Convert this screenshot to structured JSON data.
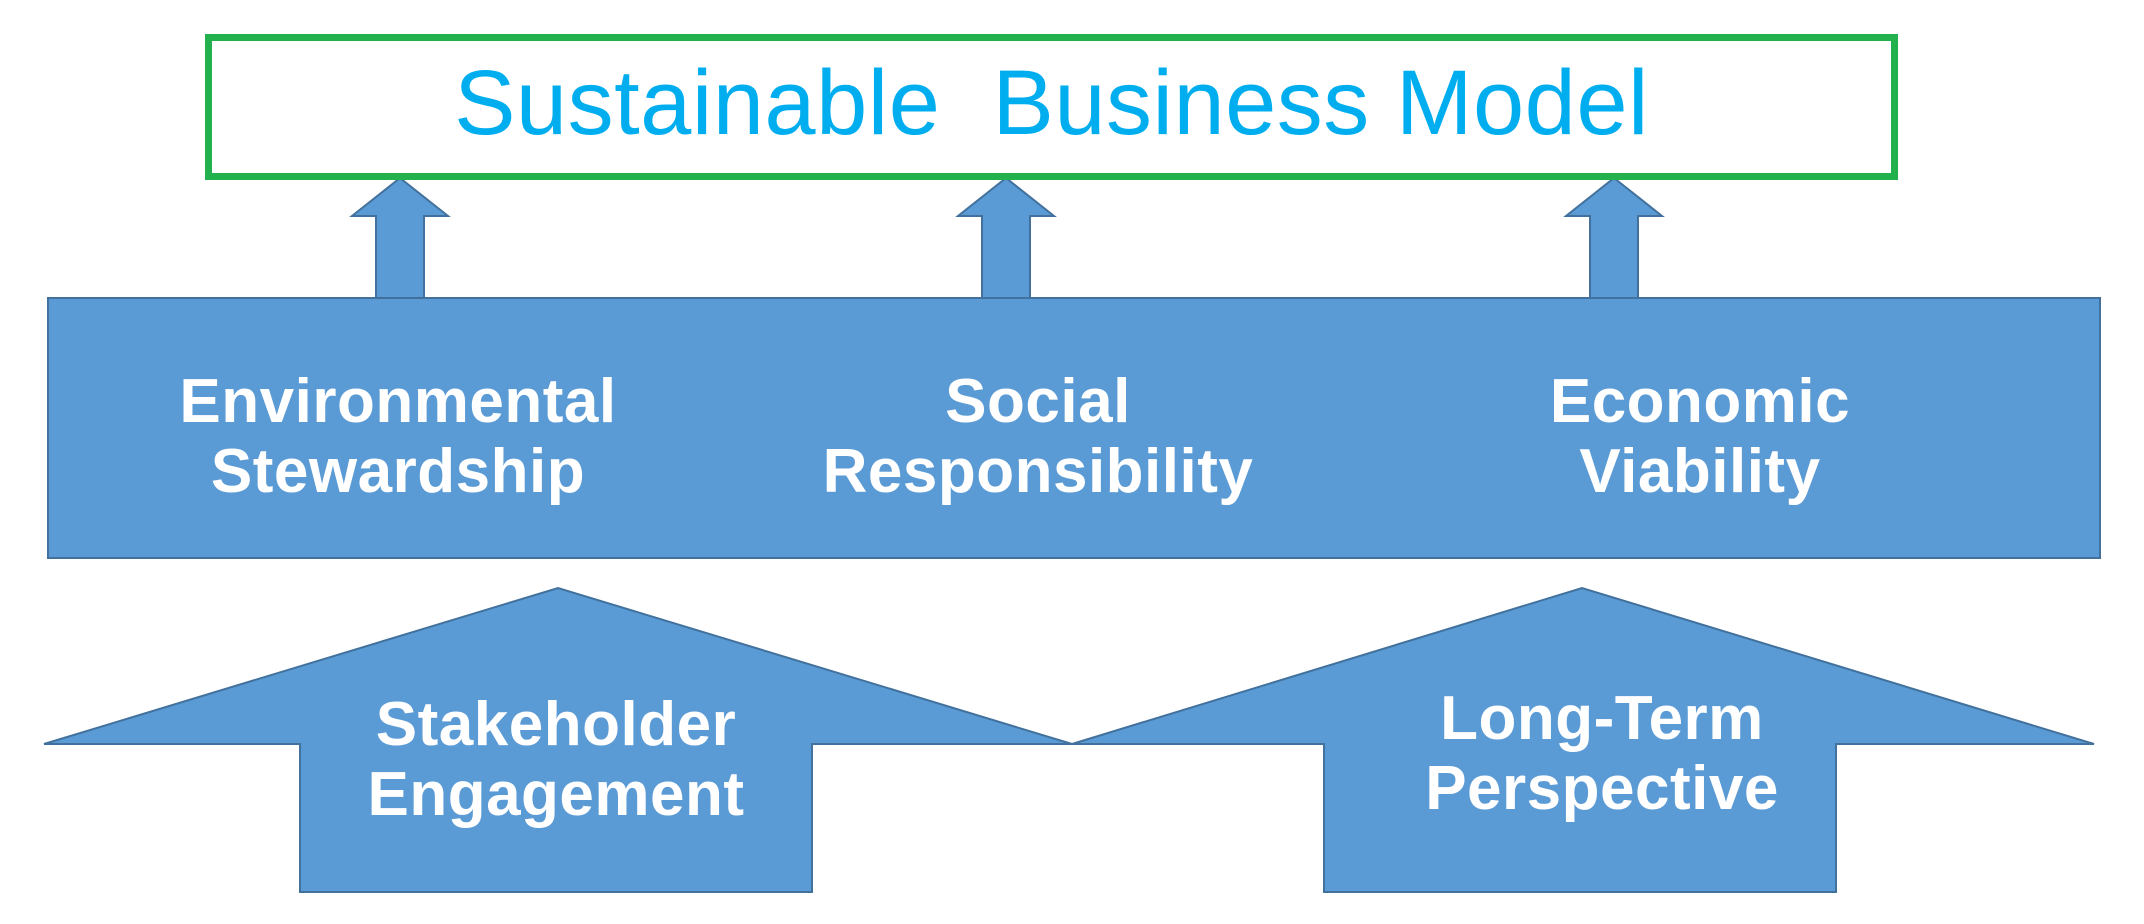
{
  "title": {
    "text": "Sustainable  Business Model"
  },
  "pillars": [
    {
      "line1": "Environmental",
      "line2": "Stewardship"
    },
    {
      "line1": "Social",
      "line2": "Responsibility"
    },
    {
      "line1": "Economic",
      "line2": "Viability"
    }
  ],
  "foundations": [
    {
      "line1": "Stakeholder",
      "line2": "Engagement"
    },
    {
      "line1": "Long-Term",
      "line2": "Perspective"
    }
  ],
  "colors": {
    "title_border": "#22b14c",
    "title_text": "#00aeef",
    "shape_fill": "#5b9bd5",
    "shape_stroke": "#41719c",
    "label_text": "#ffffff"
  }
}
